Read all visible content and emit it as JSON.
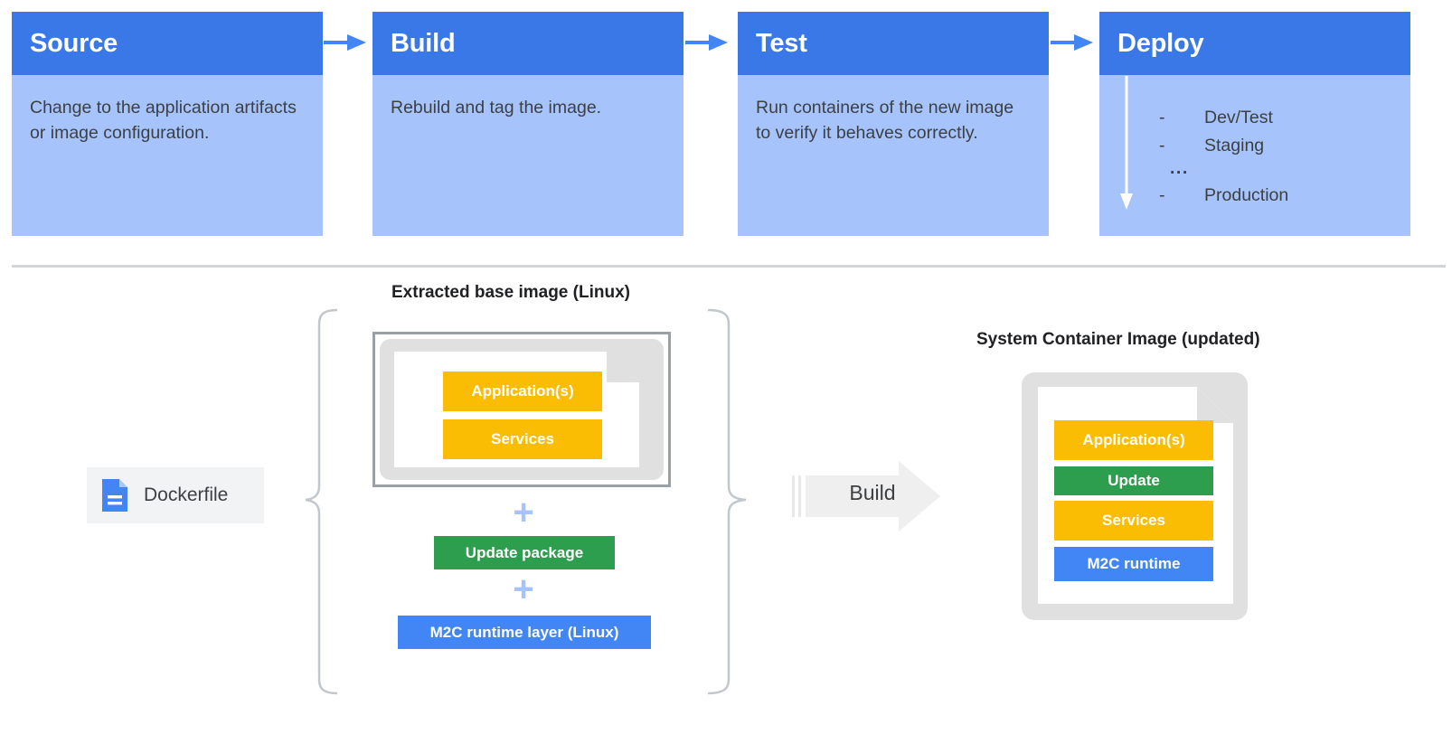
{
  "pipeline": {
    "stages": [
      {
        "title": "Source",
        "body": "Change to the application artifacts or image configuration."
      },
      {
        "title": "Build",
        "body": "Rebuild and tag the image."
      },
      {
        "title": "Test",
        "body": "Run containers of the new image to verify it behaves correctly."
      },
      {
        "title": "Deploy",
        "body": ""
      }
    ],
    "deploy_list": {
      "items": [
        {
          "dash": "-",
          "label": "Dev/Test"
        },
        {
          "dash": "-",
          "label": "Staging"
        }
      ],
      "ellipsis": "...",
      "final": {
        "dash": "-",
        "label": "Production"
      }
    },
    "arrow_icon": "arrow-right-icon",
    "deploy_arrow_icon": "arrow-down-icon"
  },
  "diagram": {
    "labels": {
      "base_image": "Extracted base image (Linux)",
      "system_image": "System Container Image (updated)"
    },
    "dockerfile": {
      "label": "Dockerfile",
      "icon": "document-icon"
    },
    "base_image_layers": [
      {
        "label": "Application(s)",
        "color": "#fbbc04"
      },
      {
        "label": "Services",
        "color": "#fbbc04"
      }
    ],
    "addends": [
      {
        "label": "Update package",
        "color": "#2d9e4d"
      },
      {
        "label": "M2C runtime layer (Linux)",
        "color": "#4285f4"
      }
    ],
    "plus_symbol": "+",
    "build_arrow": {
      "label": "Build",
      "icon": "block-arrow-right-icon"
    },
    "system_image_layers": [
      {
        "label": "Application(s)",
        "color": "#fbbc04"
      },
      {
        "label": "Update",
        "color": "#2d9e4d"
      },
      {
        "label": "Services",
        "color": "#fbbc04"
      },
      {
        "label": "M2C runtime",
        "color": "#4285f4"
      }
    ]
  },
  "colors": {
    "header_blue": "#3b78e7",
    "body_blue": "#a6c4fb",
    "arrow_blue": "#4285f4",
    "yellow": "#fbbc04",
    "green": "#2d9e4d",
    "gray_frame": "#e0e0e0",
    "divider": "#d2d5d9"
  }
}
